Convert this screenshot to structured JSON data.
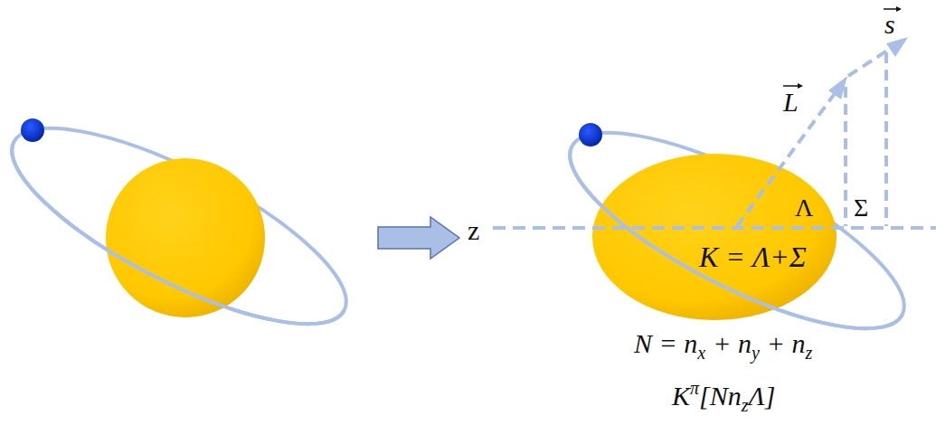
{
  "diagram": {
    "labels": [
      "z",
      "s",
      "L",
      "Λ",
      "Σ",
      "K = Λ+Σ",
      "N = n",
      "x",
      "+ n",
      "y",
      "+ n",
      "z",
      "K",
      "π",
      "[Nn",
      "z",
      "Λ]"
    ]
  }
}
